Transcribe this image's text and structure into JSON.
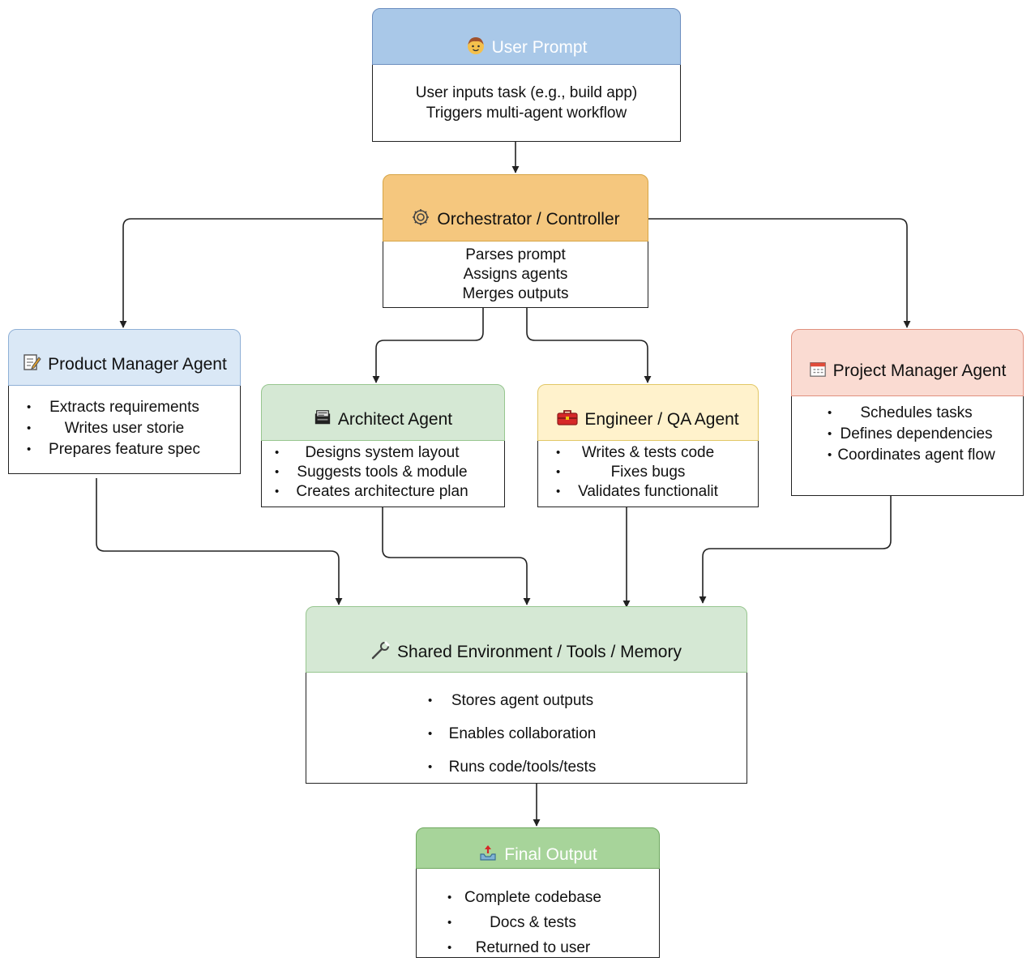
{
  "nodes": {
    "user_prompt": {
      "title": "User Prompt",
      "icon": "person-face-icon",
      "lines": [
        "User inputs task (e.g., build app)",
        "Triggers multi-agent workflow"
      ]
    },
    "orchestrator": {
      "title": "Orchestrator / Controller",
      "icon": "gear-icon",
      "lines": [
        "Parses prompt",
        "Assigns agents",
        "Merges outputs"
      ]
    },
    "product_manager": {
      "title": "Product Manager Agent",
      "icon": "memo-icon",
      "items": [
        "Extracts requirements",
        "Writes user storie",
        "Prepares feature spec"
      ]
    },
    "architect": {
      "title": "Architect Agent",
      "icon": "blueprint-icon",
      "items": [
        "Designs system layout",
        "Suggests tools & module",
        "Creates architecture plan"
      ]
    },
    "engineer": {
      "title": "Engineer / QA Agent",
      "icon": "toolbox-icon",
      "items": [
        "Writes & tests code",
        "Fixes bugs",
        "Validates functionalit"
      ]
    },
    "project_manager": {
      "title": "Project Manager Agent",
      "icon": "calendar-icon",
      "items": [
        "Schedules tasks",
        "Defines dependencies",
        "Coordinates agent flow"
      ]
    },
    "shared_env": {
      "title": "Shared Environment / Tools / Memory",
      "icon": "wrench-icon",
      "items": [
        "Stores agent outputs",
        "Enables collaboration",
        "Runs code/tools/tests"
      ]
    },
    "final_output": {
      "title": "Final Output",
      "icon": "outbox-tray-icon",
      "items": [
        "Complete codebase",
        "Docs & tests",
        "Returned to user"
      ]
    }
  },
  "colors": {
    "blue_header": "#a9c8e8",
    "orange_header": "#f5c77e",
    "light_blue_header": "#dae8f6",
    "green_header": "#d5e8d4",
    "yellow_header": "#fff2cc",
    "pink_header": "#fadbd2",
    "final_header": "#a7d49a",
    "edge": "#222222"
  },
  "edges": [
    [
      "user_prompt",
      "orchestrator"
    ],
    [
      "orchestrator",
      "product_manager"
    ],
    [
      "orchestrator",
      "architect"
    ],
    [
      "orchestrator",
      "engineer"
    ],
    [
      "orchestrator",
      "project_manager"
    ],
    [
      "product_manager",
      "shared_env"
    ],
    [
      "architect",
      "shared_env"
    ],
    [
      "engineer",
      "shared_env"
    ],
    [
      "project_manager",
      "shared_env"
    ],
    [
      "shared_env",
      "final_output"
    ]
  ]
}
